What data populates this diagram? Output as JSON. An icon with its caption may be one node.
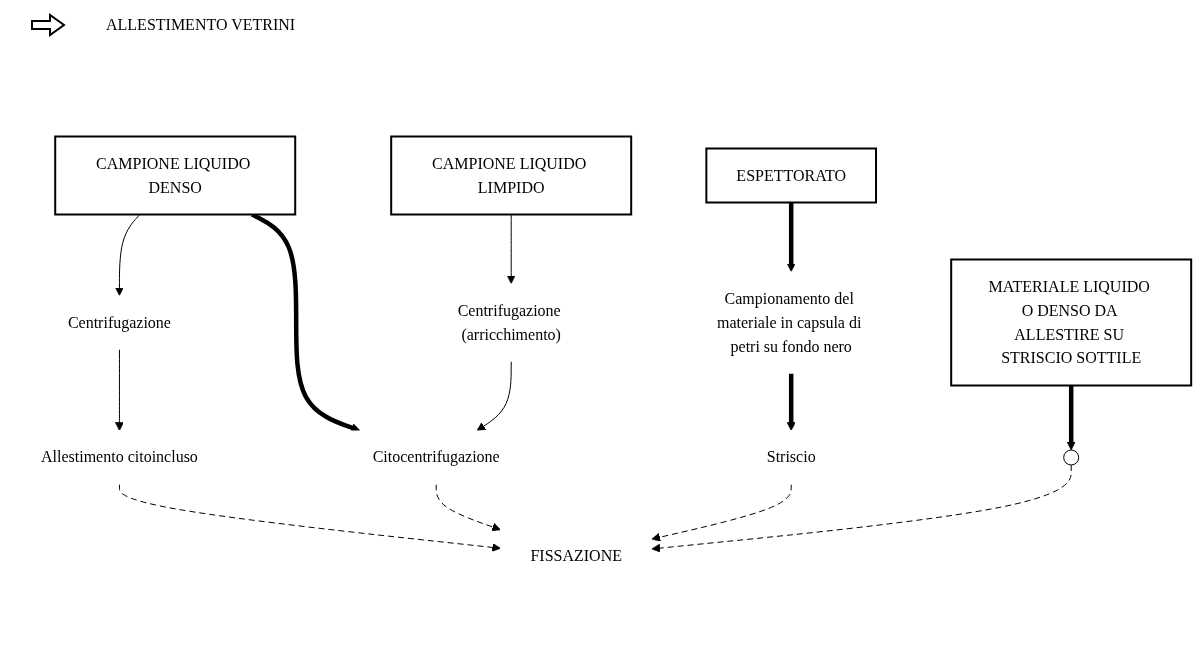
{
  "diagram": {
    "title": "ALLESTIMENTO VETRINI",
    "nodes": [
      {
        "text": [
          "CAMPIONE LIQUIDO DENSO"
        ]
      },
      {
        "text": [
          "CAMPIONE LIQUIDO LIMPIDO"
        ]
      },
      {
        "text": [
          "ESPETTORATO"
        ]
      },
      {
        "text": [
          "MATERIALE LIQUIDO O DENSO DA ALLESTIRE SU STRISCIO SOTTILE"
        ]
      },
      {
        "text": [
          "Centrifugazione"
        ]
      },
      {
        "text": [
          "Centrifugazione (arricchimento)"
        ]
      },
      {
        "text": [
          "Campionamento del materiale in capsula di petri su fondo nero"
        ]
      },
      {
        "text": [
          "Allestimento citoincluso"
        ]
      },
      {
        "text": [],
        "shape": "circle"
      },
      {
        "text": [
          "Citocentrifugazione"
        ]
      },
      {
        "text": [
          "Striscio"
        ]
      },
      {
        "text": [
          "FISSAZIONE"
        ]
      }
    ],
    "edges": [
      {
        "from": 0,
        "to": 4,
        "arrow": "to"
      },
      {
        "from": 4,
        "to": 7,
        "arrow": "to"
      },
      {
        "from": 7,
        "to": 11,
        "arrow": "to",
        "style": "dashed"
      },
      {
        "from": 0,
        "to": 9,
        "arrow": "to",
        "style": "thick"
      },
      {
        "from": 1,
        "to": 5,
        "arrow": "to"
      },
      {
        "from": 5,
        "to": 9,
        "arrow": "to"
      },
      {
        "from": 9,
        "to": 11,
        "arrow": "to",
        "style": "dashed"
      },
      {
        "from": 2,
        "to": 6,
        "arrow": "to",
        "style": "thick"
      },
      {
        "from": 6,
        "to": 10,
        "arrow": "to",
        "style": "thick"
      },
      {
        "from": 10,
        "to": 11,
        "arrow": "to",
        "style": "dashed"
      },
      {
        "from": 3,
        "to": 8,
        "arrow": "to",
        "style": "thick"
      },
      {
        "from": 8,
        "to": 11,
        "arrow": "to",
        "style": "dashed"
      }
    ]
  }
}
